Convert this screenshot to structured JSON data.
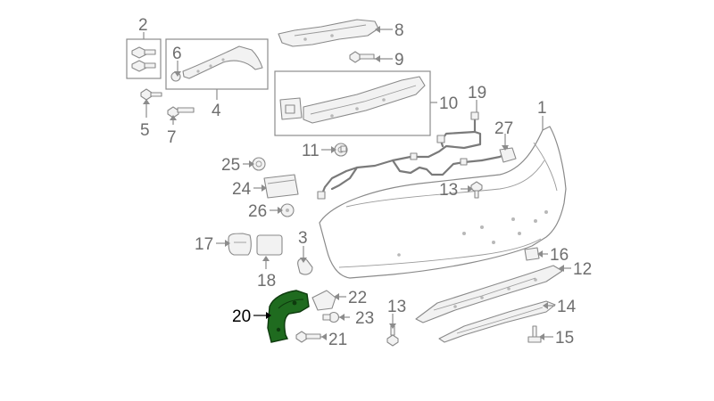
{
  "callouts": {
    "c1": "1",
    "c2": "2",
    "c3": "3",
    "c4": "4",
    "c5": "5",
    "c6": "6",
    "c7": "7",
    "c8": "8",
    "c9": "9",
    "c10": "10",
    "c11": "11",
    "c12": "12",
    "c13a": "13",
    "c13b": "13",
    "c14": "14",
    "c15": "15",
    "c16": "16",
    "c17": "17",
    "c18": "18",
    "c19": "19",
    "c20": "20",
    "c21": "21",
    "c22": "22",
    "c23": "23",
    "c24": "24",
    "c25": "25",
    "c26": "26",
    "c27": "27"
  },
  "colors": {
    "line": "#8c8c8c",
    "highlight_fill": "#1f6b1f",
    "highlight_label": "#000000"
  },
  "highlighted_part": "20"
}
